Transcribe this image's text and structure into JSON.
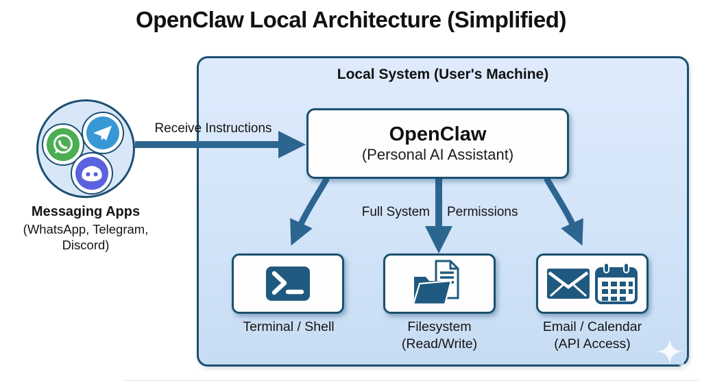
{
  "title": "OpenClaw Local Architecture (Simplified)",
  "local_system": {
    "header": "Local System (User's Machine)"
  },
  "openclaw": {
    "title": "OpenClaw",
    "subtitle": "(Personal AI Assistant)"
  },
  "messaging": {
    "label": "Messaging Apps",
    "sublabel_line1": "(WhatsApp, Telegram,",
    "sublabel_line2": "Discord)",
    "icons": [
      "whatsapp-icon",
      "telegram-icon",
      "discord-icon"
    ]
  },
  "edges": {
    "receive_instructions": "Receive Instructions",
    "full_system": "Full System",
    "permissions": "Permissions"
  },
  "components": [
    {
      "label_line1": "Terminal / Shell",
      "label_line2": "",
      "icon": "terminal-icon"
    },
    {
      "label_line1": "Filesystem",
      "label_line2": "(Read/Write)",
      "icon": "folder-files-icon"
    },
    {
      "label_line1": "Email / Calendar",
      "label_line2": "(API Access)",
      "icon": "email-calendar-icon"
    }
  ],
  "watermark": {
    "icon": "sparkle-icon"
  },
  "colors": {
    "arrow": "#2d6591",
    "border_dark": "#1c4f70",
    "icon_blue": "#20597f",
    "node_fill": "#fefefe",
    "circle_fill": "#d8e7f8",
    "whatsapp_green": "#4cae52",
    "telegram_blue": "#3898d6",
    "discord_blurple": "#5a63dd",
    "text": "#121212"
  }
}
